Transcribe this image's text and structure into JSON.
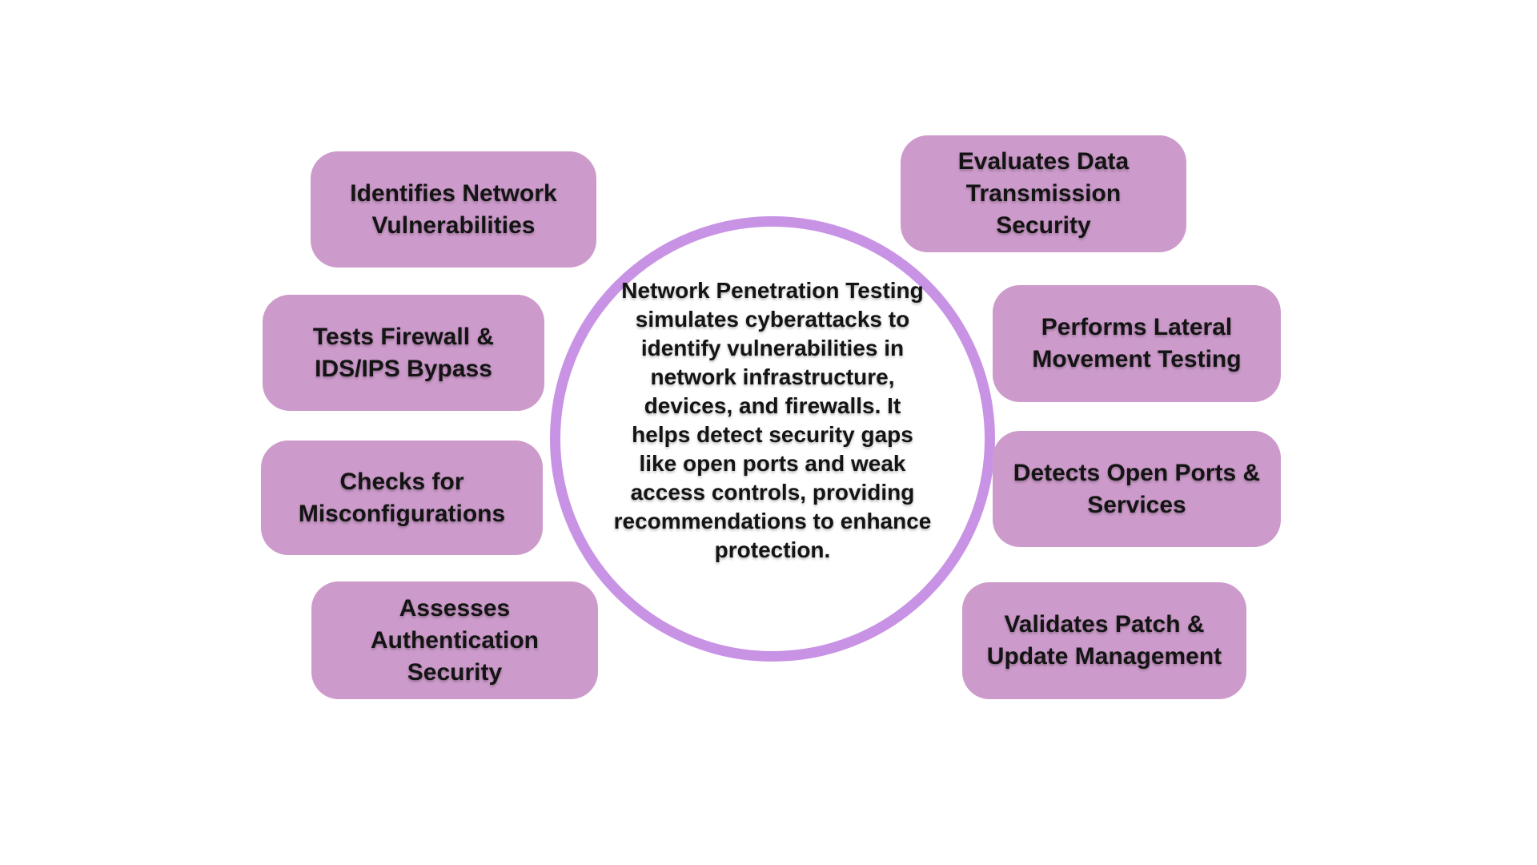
{
  "colors": {
    "background": "#ffffff",
    "box_fill": "#cd9bcb",
    "circle_stroke": "#c893e5",
    "text": "#141414"
  },
  "center_circle": {
    "lines": [
      "Network Penetration Testing",
      "simulates cyberattacks to",
      "identify vulnerabilities in",
      "network infrastructure,",
      "devices, and firewalls. It",
      "helps detect security gaps",
      "like open ports and weak",
      "access controls, providing",
      "recommendations to enhance",
      "protection."
    ]
  },
  "boxes": [
    {
      "id": "identifies-network-vulnerabilities",
      "lines": [
        "Identifies Network",
        "Vulnerabilities"
      ]
    },
    {
      "id": "tests-firewall-ids-ips-bypass",
      "lines": [
        "Tests Firewall &",
        "IDS/IPS Bypass"
      ]
    },
    {
      "id": "checks-for-misconfigurations",
      "lines": [
        "Checks for",
        "Misconfigurations"
      ]
    },
    {
      "id": "assesses-authentication-security",
      "lines": [
        "Assesses",
        "Authentication",
        "Security"
      ]
    },
    {
      "id": "evaluates-data-transmission-security",
      "lines": [
        "Evaluates Data",
        "Transmission",
        "Security"
      ]
    },
    {
      "id": "performs-lateral-movement-testing",
      "lines": [
        "Performs Lateral",
        "Movement Testing"
      ]
    },
    {
      "id": "detects-open-ports-services",
      "lines": [
        "Detects Open Ports &",
        "Services"
      ]
    },
    {
      "id": "validates-patch-update-management",
      "lines": [
        "Validates Patch &",
        "Update Management"
      ]
    }
  ]
}
